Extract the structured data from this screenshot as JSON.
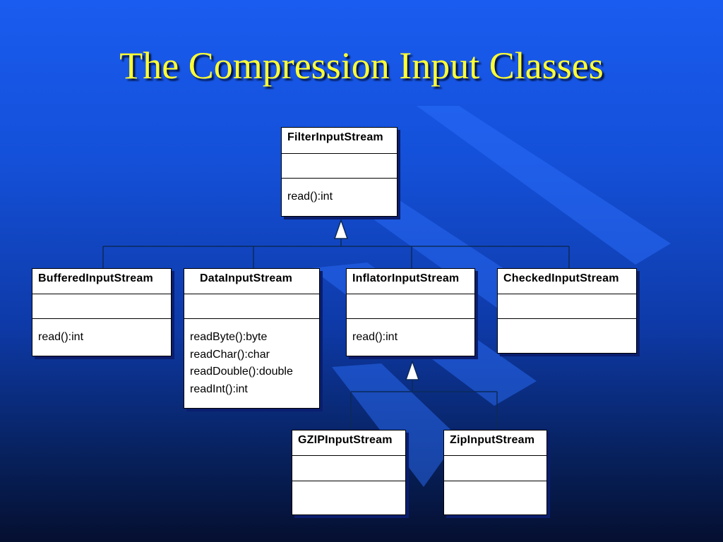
{
  "slide": {
    "title": "The Compression Input Classes"
  },
  "classes": {
    "filter": {
      "name": "FilterInputStream",
      "operations": [
        "read():int"
      ]
    },
    "buffered": {
      "name": "BufferedInputStream",
      "operations": [
        "read():int"
      ]
    },
    "data": {
      "name": "DataInputStream",
      "operations": [
        "readByte():byte",
        "readChar():char",
        "readDouble():double",
        "readInt():int"
      ]
    },
    "inflator": {
      "name": "InflatorInputStream",
      "operations": [
        "read():int"
      ]
    },
    "checked": {
      "name": "CheckedInputStream",
      "operations": []
    },
    "gzip": {
      "name": "GZIPInputStream",
      "operations": []
    },
    "zip": {
      "name": "ZipInputStream",
      "operations": []
    }
  },
  "relationships": [
    {
      "type": "generalization",
      "parent": "FilterInputStream",
      "children": [
        "BufferedInputStream",
        "DataInputStream",
        "InflatorInputStream",
        "CheckedInputStream"
      ]
    },
    {
      "type": "generalization",
      "parent": "InflatorInputStream",
      "children": [
        "GZIPInputStream",
        "ZipInputStream"
      ]
    }
  ],
  "colors": {
    "title": "#ffff33",
    "background_top": "#1a5cf0",
    "background_bottom": "#050f30",
    "connector": "#0a2a5a"
  }
}
